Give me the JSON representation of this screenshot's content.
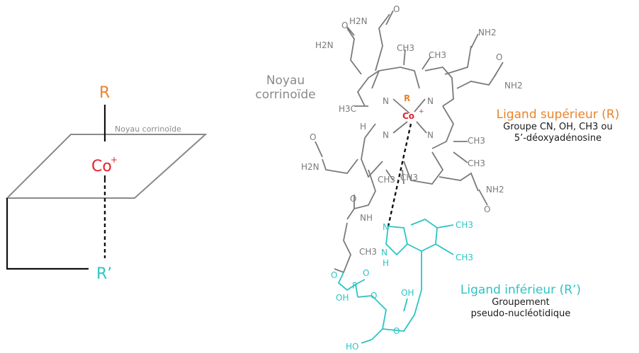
{
  "schema": {
    "r_label": "R",
    "co_label": "Co",
    "co_charge": "+",
    "noyau_small": "Noyau corrinoïde",
    "r_prime_label": "R’"
  },
  "structure": {
    "noyau_line1": "Noyau",
    "noyau_line2": "corrinoïde",
    "h2n": "H2N",
    "nh2": "NH2",
    "o": "O",
    "ch3": "CH3",
    "h3c": "H3C",
    "n": "N",
    "h": "H",
    "nh": "NH",
    "oh": "OH",
    "ho": "HO",
    "p": "P",
    "r_center": "R",
    "co_center": "Co",
    "co_charge": "+"
  },
  "upper_ligand": {
    "title": "Ligand supérieur (R)",
    "desc_line1": "Groupe CN, OH, CH3 ou",
    "desc_line2": "5’-déoxyadénosine"
  },
  "lower_ligand": {
    "title": "Ligand inférieur (R’)",
    "desc_line1": "Groupement",
    "desc_line2": "pseudo-nucléotidique"
  },
  "colors": {
    "upper": "#e8842c",
    "cobalt": "#e8202c",
    "lower": "#2ec4c4",
    "structure": "#7a7a7a"
  }
}
